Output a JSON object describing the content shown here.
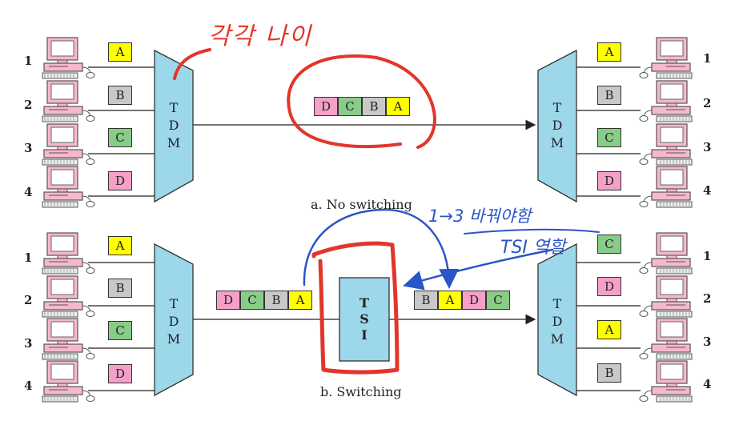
{
  "colors": {
    "A": "#ffff00",
    "B": "#c8c8c8",
    "C": "#88cc88",
    "D": "#f4a0c8",
    "device": "#9dd7ea",
    "ink_red": "#e2362b",
    "ink_blue": "#2a55c8",
    "pc": "#f7b8cc"
  },
  "device_label": "TDM",
  "tsi_label": "TSI",
  "top": {
    "caption": "a. No switching",
    "left_numbers": [
      "1",
      "2",
      "3",
      "4"
    ],
    "left_boxes": [
      "A",
      "B",
      "C",
      "D"
    ],
    "frame": [
      "D",
      "C",
      "B",
      "A"
    ],
    "right_boxes": [
      "A",
      "B",
      "C",
      "D"
    ],
    "right_numbers": [
      "1",
      "2",
      "3",
      "4"
    ]
  },
  "bottom": {
    "caption": "b. Switching",
    "left_numbers": [
      "1",
      "2",
      "3",
      "4"
    ],
    "left_boxes": [
      "A",
      "B",
      "C",
      "D"
    ],
    "frame_in": [
      "D",
      "C",
      "B",
      "A"
    ],
    "frame_out": [
      "B",
      "A",
      "D",
      "C"
    ],
    "right_boxes": [
      "C",
      "D",
      "A",
      "B"
    ],
    "right_numbers": [
      "1",
      "2",
      "3",
      "4"
    ]
  },
  "annotations": {
    "red_tdm_note": "각각 나이",
    "blue_swap_note": "1→3 바꿔야함",
    "blue_tsi_note": "TSI 역할"
  }
}
